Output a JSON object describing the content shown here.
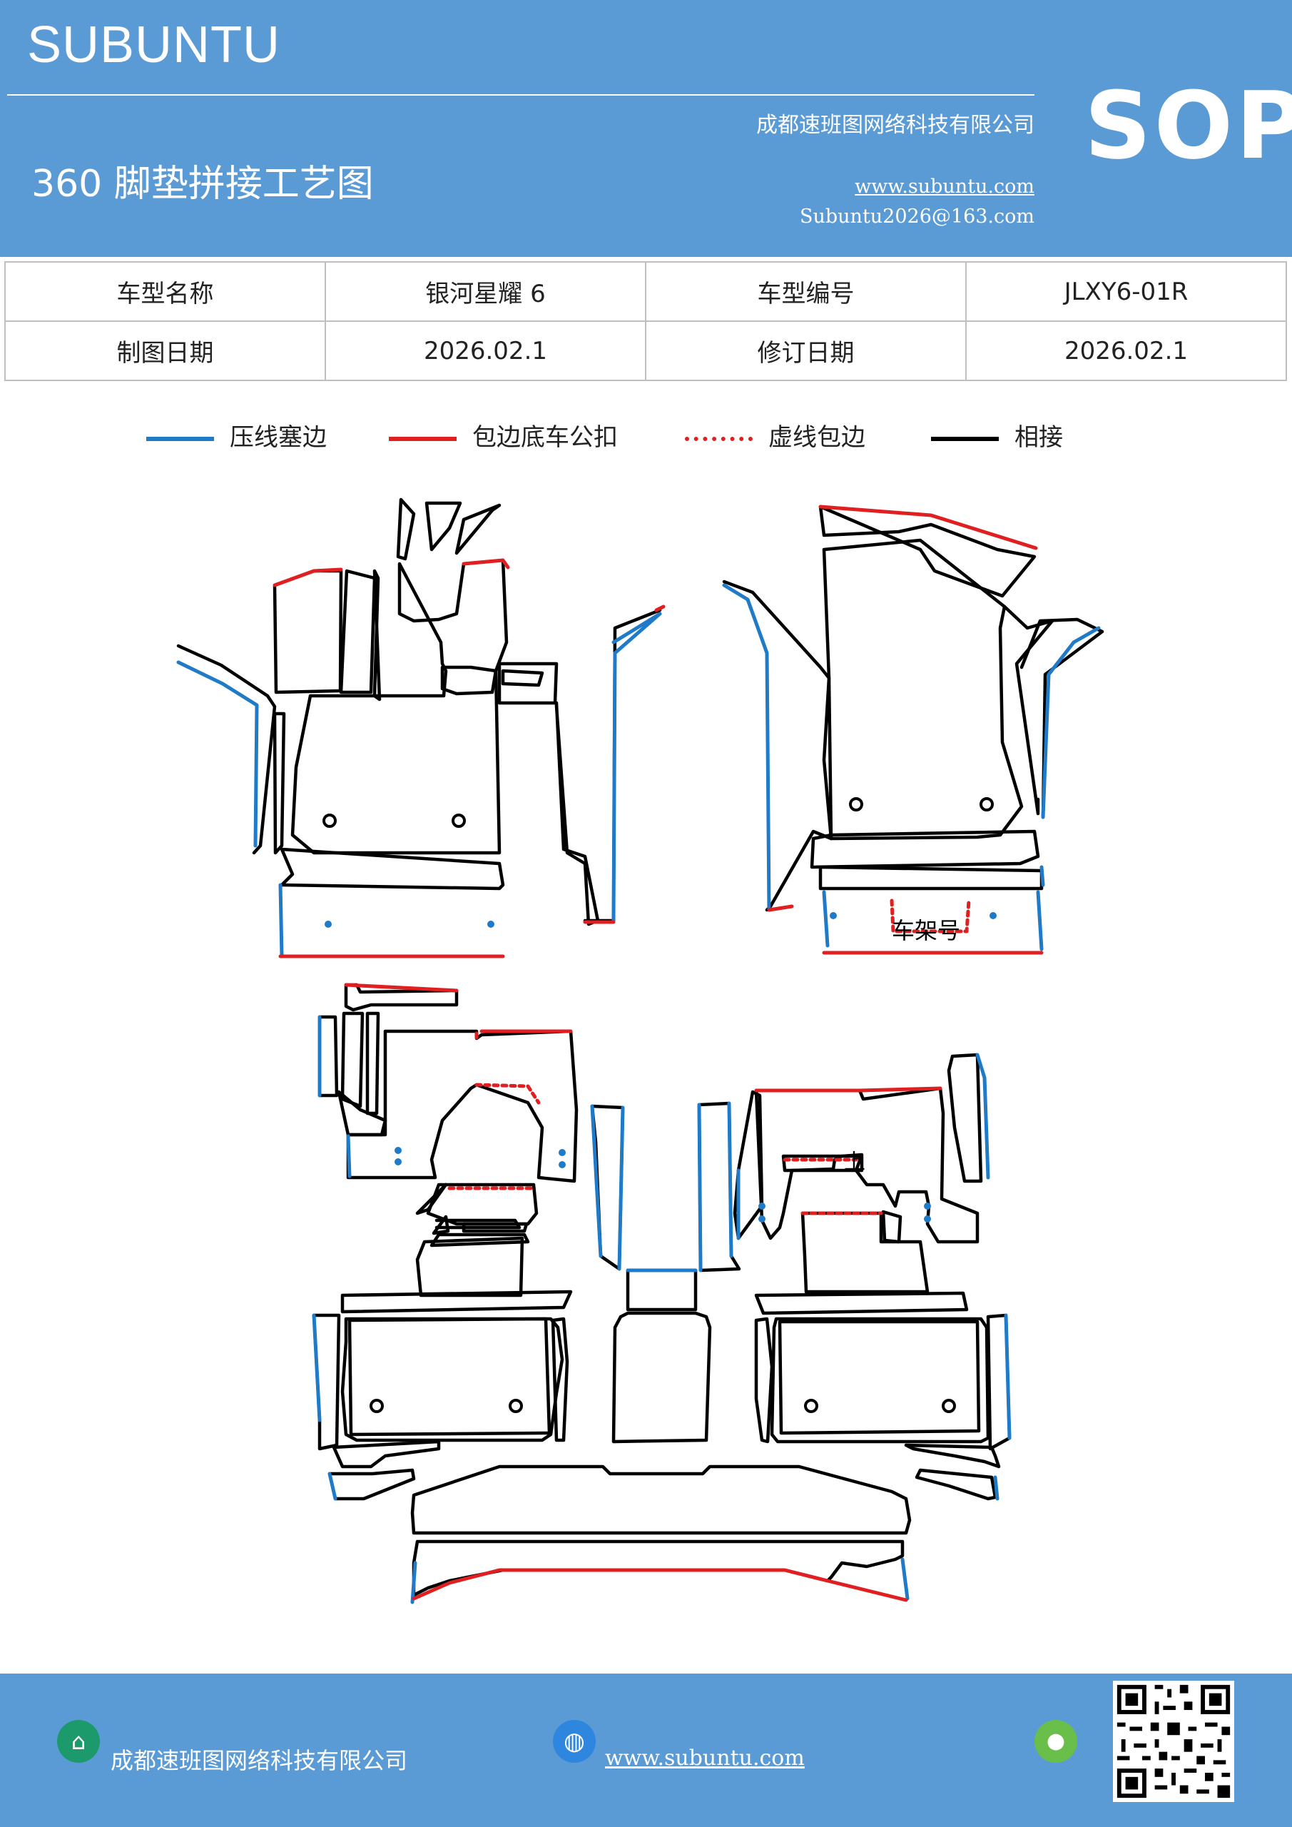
{
  "header": {
    "brand": "SUBUNTU",
    "sop": "SOP",
    "company": "成都速班图网络科技有限公司",
    "title": "360 脚垫拼接工艺图",
    "website": "www.subuntu.com",
    "email": "Subuntu2026@163.com"
  },
  "info": {
    "row1": [
      "车型名称",
      "银河星耀 6",
      "车型编号",
      "JLXY6-01R"
    ],
    "row2": [
      "制图日期",
      "2026.02.1",
      "修订日期",
      "2026.02.1"
    ]
  },
  "legend": [
    {
      "label": "压线塞边",
      "color": "#1f7ac8",
      "style": "solid"
    },
    {
      "label": "包边底车公扣",
      "color": "#e02020",
      "style": "solid"
    },
    {
      "label": "虚线包边",
      "color": "#e02020",
      "style": "dotted"
    },
    {
      "label": "相接",
      "color": "#000000",
      "style": "solid"
    }
  ],
  "diagram": {
    "frame_label": "车架号",
    "arrow_label": "上"
  },
  "footer": {
    "company": "成都速班图网络科技有限公司",
    "website": "www.subuntu.com"
  },
  "colors": {
    "header_bg": "#5b9bd5",
    "blue": "#1f7ac8",
    "red": "#e02020",
    "black": "#000000"
  },
  "icons": [
    "building-icon",
    "globe-icon",
    "wechat-icon",
    "qr-code-icon"
  ]
}
